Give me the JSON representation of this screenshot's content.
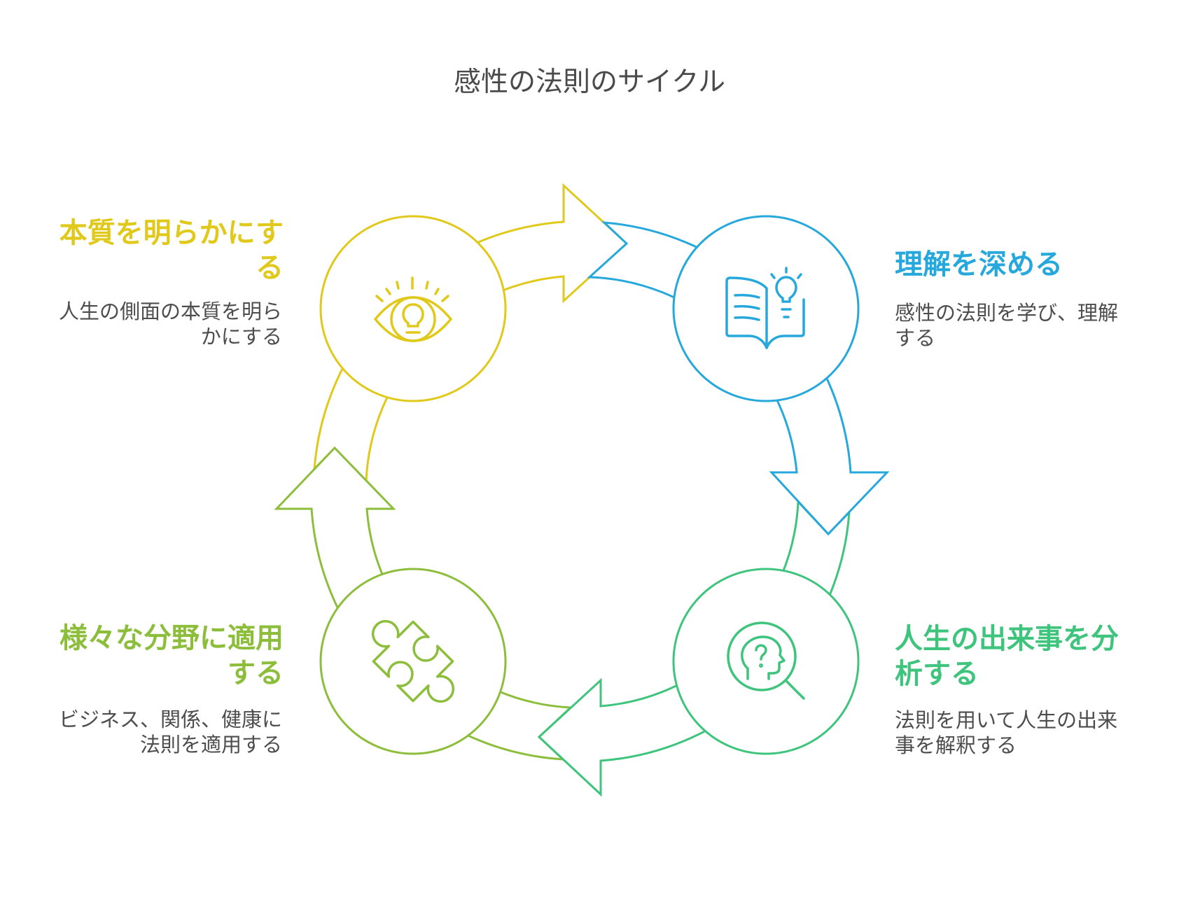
{
  "title": "感性の法則のサイクル",
  "steps": [
    {
      "heading": "本質を明らかにする",
      "description": "人生の側面の本質を明らかにする",
      "icon": "eye-lightbulb-icon",
      "color": "#E0C91B"
    },
    {
      "heading": "理解を深める",
      "description": "感性の法則を学び、理解する",
      "icon": "book-lightbulb-icon",
      "color": "#27A8DC"
    },
    {
      "heading": "人生の出来事を分析する",
      "description": "法則を用いて人生の出来事を解釈する",
      "icon": "head-magnifier-icon",
      "color": "#3EC47C"
    },
    {
      "heading": "様々な分野に適用する",
      "description": "ビジネス、関係、健康に法則を適用する",
      "icon": "puzzle-piece-icon",
      "color": "#8DBE3B"
    }
  ]
}
